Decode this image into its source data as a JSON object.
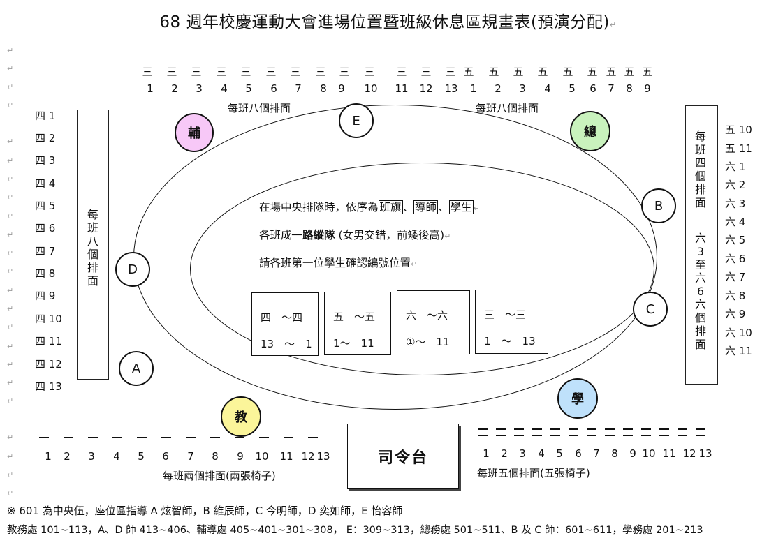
{
  "title": "68 週年校慶運動大會進場位置暨班級休息區規畫表(預演分配)",
  "top_grades": [
    "三",
    "三",
    "三",
    "三",
    "三",
    "三",
    "三",
    "三",
    "三",
    "三",
    "三",
    "三",
    "三",
    "五",
    "五",
    "五",
    "五",
    "五",
    "五",
    "五",
    "五",
    "五"
  ],
  "top_numbers": [
    "1",
    "2",
    "3",
    "4",
    "5",
    "6",
    "7",
    "8",
    "9",
    "10",
    "11",
    "12",
    "13",
    "1",
    "2",
    "3",
    "4",
    "5",
    "6",
    "7",
    "8",
    "9"
  ],
  "top_left_note": "每班八個排面",
  "top_right_note": "每班八個排面",
  "left_list": [
    "四 1",
    "四 2",
    "四 3",
    "四 4",
    "四 5",
    "四 6",
    "四 7",
    "四 8",
    "四 9",
    "四 10",
    "四 11",
    "四 12",
    "四 13"
  ],
  "left_box_text": [
    "每",
    "班",
    "八",
    "個",
    "排",
    "面"
  ],
  "right_list": [
    "五 10",
    "五 11",
    "六 1",
    "六 2",
    "六 3",
    "六 4",
    "六 5",
    "六 6",
    "六 7",
    "六 8",
    "六 9",
    "六 10",
    "六 11"
  ],
  "right_box_text_a": [
    "每",
    "班",
    "四",
    "個",
    "排",
    "面"
  ],
  "right_box_text_b": [
    "六",
    "3",
    "至",
    "六",
    "6",
    "六",
    "個",
    "排",
    "面"
  ],
  "circles": {
    "A": "A",
    "B": "B",
    "C": "C",
    "D": "D",
    "E": "E",
    "fu": "輔",
    "zong": "總",
    "jiao": "教",
    "xue": "學"
  },
  "colors": {
    "fu": "#f7c8f7",
    "zong": "#c9f2bd",
    "jiao": "#fbf59a",
    "xue": "#bfe1fb"
  },
  "instructions": {
    "line1_prefix": "在場中央排隊時，依序為",
    "line1_item1": "班旗",
    "sep1": "、",
    "line1_item2": "導師",
    "sep2": "、",
    "line1_item3": "學生",
    "line2_prefix": "各班成",
    "line2_bold": "一路縱隊",
    "line2_suffix": " (女男交錯，前矮後高)",
    "line3": "請各班第一位學生確認編號位置"
  },
  "group_boxes": [
    {
      "top": "四　～四",
      "bottom": "13　～　1"
    },
    {
      "top": "五　～五",
      "bottom": "1～　11"
    },
    {
      "top": "六　～六",
      "bottom": "①～　11"
    },
    {
      "top": "三　～三",
      "bottom": "1　～　13"
    }
  ],
  "bottom_left_numbers": [
    "1",
    "2",
    "3",
    "4",
    "5",
    "6",
    "7",
    "8",
    "9",
    "10",
    "11",
    "12",
    "13"
  ],
  "bottom_left_note": "每班兩個排面(兩張椅子)",
  "stage_label": "司令台",
  "bottom_right_numbers": [
    "1",
    "2",
    "3",
    "4",
    "5",
    "6",
    "7",
    "8",
    "9",
    "10",
    "11",
    "12",
    "13"
  ],
  "bottom_right_note": "每班五個排面(五張椅子)",
  "footer_line1": "※  601 為中央伍，座位區指導 A 炫智師，B 維辰師，C 今明師，D 奕如師，E 怡容師",
  "footer_line2": "教務處 101~113，A、D 師 413~406、輔導處 405~401~301~308，   E：309~313，總務處 501~511、B 及 C 師：601~611，學務處 201~213"
}
